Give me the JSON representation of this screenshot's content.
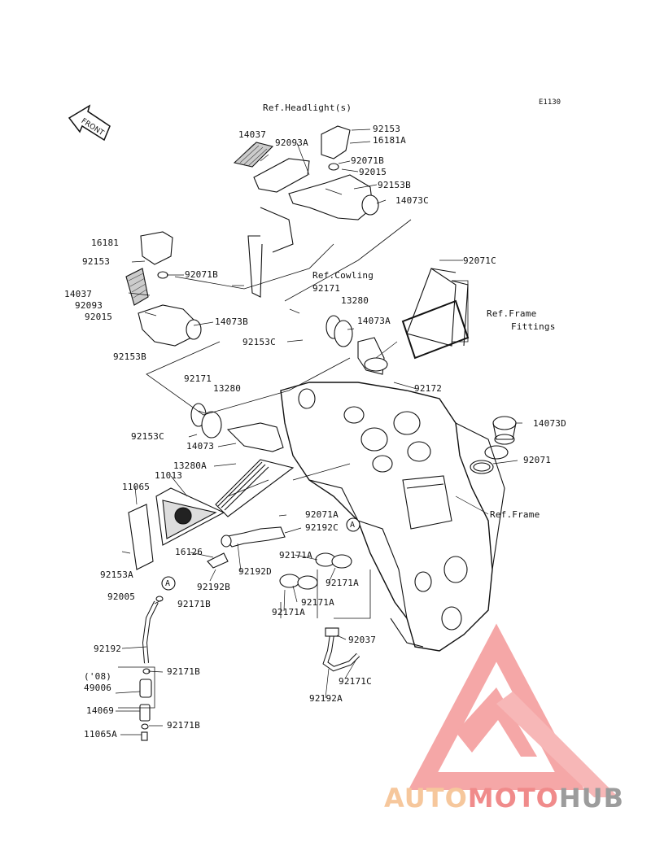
{
  "diagram_code": "E1130",
  "front_label": "FRONT",
  "references": {
    "headlight": "Ref.Headlight(s)",
    "cowling": "Ref.Cowling",
    "frame_fittings_1": "Ref.Frame",
    "frame_fittings_2": "Fittings",
    "frame": "Ref.Frame"
  },
  "callouts": {
    "a1": "A",
    "a2": "A"
  },
  "parts": [
    {
      "id": "p14037_top",
      "label": "14037"
    },
    {
      "id": "p92153_top",
      "label": "92153"
    },
    {
      "id": "p92093A",
      "label": "92093A"
    },
    {
      "id": "p16181A",
      "label": "16181A"
    },
    {
      "id": "p92071B_top",
      "label": "92071B"
    },
    {
      "id": "p92015_top",
      "label": "92015"
    },
    {
      "id": "p92153B_top",
      "label": "92153B"
    },
    {
      "id": "p14073C",
      "label": "14073C"
    },
    {
      "id": "p16181",
      "label": "16181"
    },
    {
      "id": "p92153_left",
      "label": "92153"
    },
    {
      "id": "p92071B_left",
      "label": "92071B"
    },
    {
      "id": "p14037_left",
      "label": "14037"
    },
    {
      "id": "p92093",
      "label": "92093"
    },
    {
      "id": "p92015_left",
      "label": "92015"
    },
    {
      "id": "p14073B",
      "label": "14073B"
    },
    {
      "id": "p92153B_left",
      "label": "92153B"
    },
    {
      "id": "p92071C",
      "label": "92071C"
    },
    {
      "id": "p92171_mid",
      "label": "92171"
    },
    {
      "id": "p13280_mid",
      "label": "13280"
    },
    {
      "id": "p14073A",
      "label": "14073A"
    },
    {
      "id": "p92153C_mid",
      "label": "92153C"
    },
    {
      "id": "p92172",
      "label": "92172"
    },
    {
      "id": "p92171_low",
      "label": "92171"
    },
    {
      "id": "p13280_low",
      "label": "13280"
    },
    {
      "id": "p92153C_low",
      "label": "92153C"
    },
    {
      "id": "p14073",
      "label": "14073"
    },
    {
      "id": "p14073D",
      "label": "14073D"
    },
    {
      "id": "p92071",
      "label": "92071"
    },
    {
      "id": "p13280A",
      "label": "13280A"
    },
    {
      "id": "p11013",
      "label": "11013"
    },
    {
      "id": "p11065",
      "label": "11065"
    },
    {
      "id": "p92071A",
      "label": "92071A"
    },
    {
      "id": "p92192C",
      "label": "92192C"
    },
    {
      "id": "p16126",
      "label": "16126"
    },
    {
      "id": "p92192D",
      "label": "92192D"
    },
    {
      "id": "p92153A",
      "label": "92153A"
    },
    {
      "id": "p92192B",
      "label": "92192B"
    },
    {
      "id": "p92171A_1",
      "label": "92171A"
    },
    {
      "id": "p92171A_2",
      "label": "92171A"
    },
    {
      "id": "p92171A_3",
      "label": "92171A"
    },
    {
      "id": "p92171A_4",
      "label": "92171A"
    },
    {
      "id": "p92005",
      "label": "92005"
    },
    {
      "id": "p92171B_1",
      "label": "92171B"
    },
    {
      "id": "p92192",
      "label": "92192"
    },
    {
      "id": "p92171B_2",
      "label": "92171B"
    },
    {
      "id": "p08",
      "label": "('08)"
    },
    {
      "id": "p49006",
      "label": "49006"
    },
    {
      "id": "p14069",
      "label": "14069"
    },
    {
      "id": "p92171B_3",
      "label": "92171B"
    },
    {
      "id": "p11065A",
      "label": "11065A"
    },
    {
      "id": "p92037",
      "label": "92037"
    },
    {
      "id": "p92171C",
      "label": "92171C"
    },
    {
      "id": "p92192A",
      "label": "92192A"
    }
  ],
  "watermark": {
    "auto": "AUTO",
    "moto": "MOTO",
    "hub": "HUB",
    "colors": {
      "auto": "#f6c79c",
      "moto": "#f08b8b",
      "hub": "#9c9c9c",
      "triangle": "#f08484"
    }
  }
}
